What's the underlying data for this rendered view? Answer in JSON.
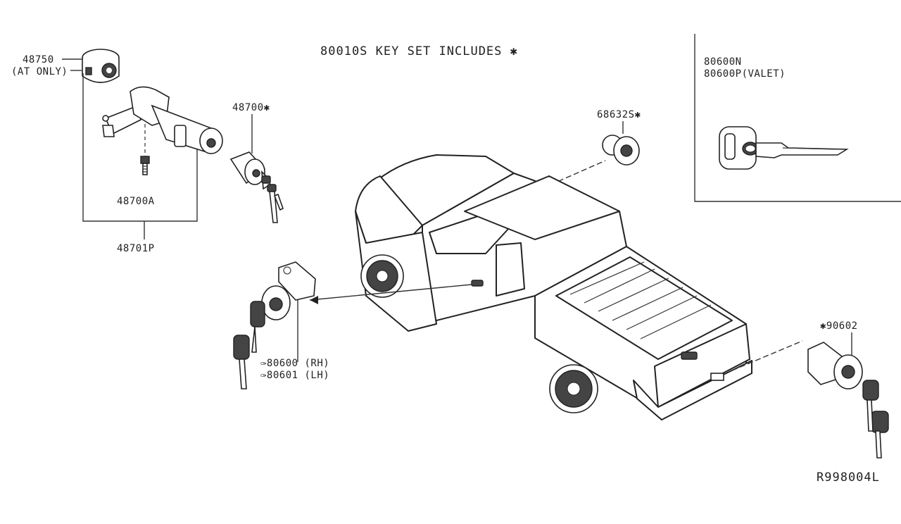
{
  "diagram": {
    "header": "80010S KEY SET INCLUDES ✱",
    "reference_code": "R998004L",
    "parts": {
      "p48750": {
        "number": "48750",
        "note": "(AT ONLY)"
      },
      "p48700A": {
        "number": "48700A"
      },
      "p48701P": {
        "number": "48701P"
      },
      "p48700": {
        "number": "48700✱"
      },
      "p68632S": {
        "number": "68632S✱"
      },
      "p80600": {
        "rh": "✑80600 (RH)",
        "lh": "✑80601 (LH)"
      },
      "p90602": {
        "number": "✱90602"
      },
      "keys": {
        "line1": "80600N",
        "line2": "80600P(VALET)"
      }
    }
  }
}
